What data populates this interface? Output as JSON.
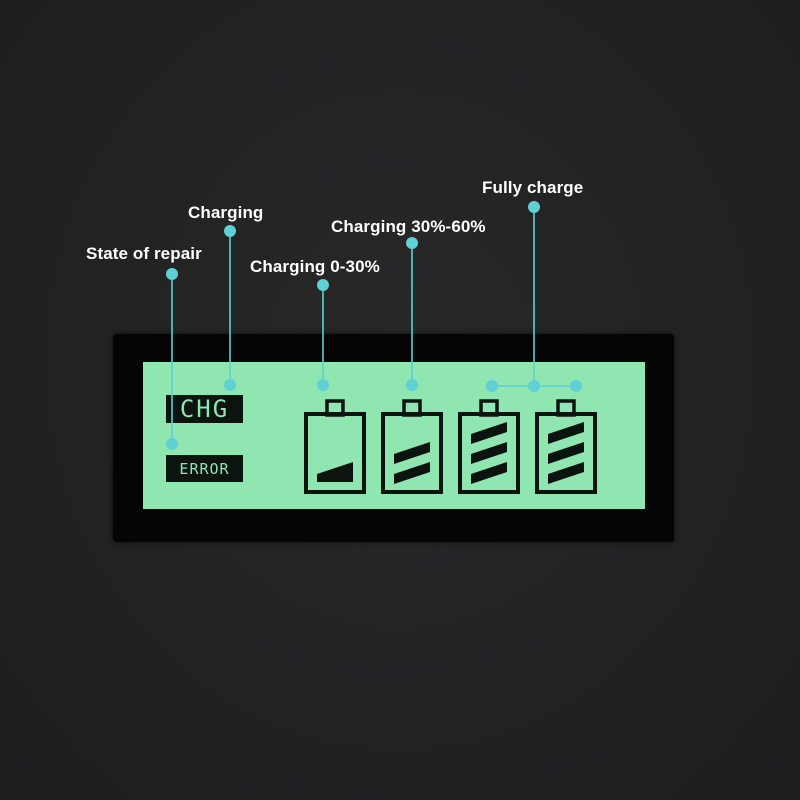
{
  "callouts": {
    "state_of_repair": "State of repair",
    "charging": "Charging",
    "charging_low": "Charging 0-30%",
    "charging_mid": "Charging 30%-60%",
    "fully_charge": "Fully charge"
  },
  "display": {
    "chg": "CHG",
    "error": "ERROR"
  },
  "batteries": [
    {
      "fill_stripes": 1
    },
    {
      "fill_stripes": 2
    },
    {
      "fill_stripes": 3
    },
    {
      "fill_stripes": 3
    }
  ],
  "colors": {
    "background": "#222223",
    "lcd": "#8fe6b0",
    "segment": "#0c1410",
    "callout_line": "#5fd0d4"
  }
}
